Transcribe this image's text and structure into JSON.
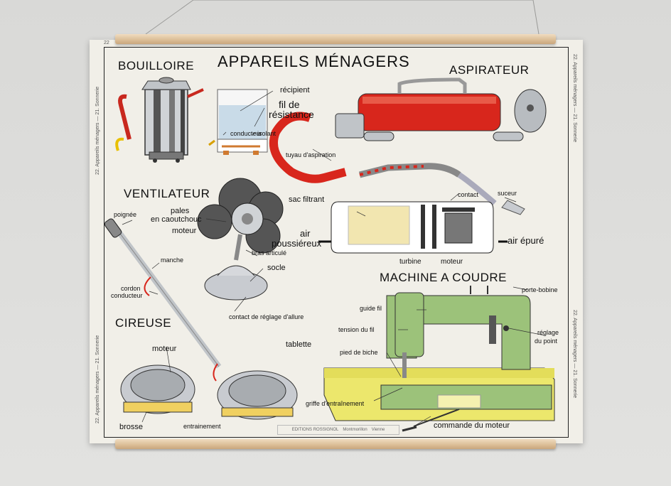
{
  "titles": {
    "main": "APPAREILS MÉNAGERS",
    "bouilloire": "BOUILLOIRE",
    "aspirateur": "ASPIRATEUR",
    "ventilateur": "VENTILATEUR",
    "cireuse": "CIREUSE",
    "machine": "MACHINE A COUDRE"
  },
  "labels": {
    "recipient": "récipient",
    "fil": "fil de",
    "resistance": "résistance",
    "conducteur": "conducteur",
    "isolant": "isolant",
    "tuyau": "tuyau d'aspiration",
    "contact": "contact",
    "suceur": "suceur",
    "sac": "sac filtrant",
    "air1": "air",
    "poussiereux": "poussiéreux",
    "air_epure": "air épuré",
    "turbine": "turbine",
    "moteur_asp": "moteur",
    "pales1": "pales",
    "pales2": "en caoutchouc",
    "moteur_vent": "moteur",
    "bras": "bras articulé",
    "socle": "socle",
    "contact_allure": "contact de réglage d'allure",
    "poignee": "poignée",
    "manche": "manche",
    "cordon1": "cordon",
    "cordon2": "conducteur",
    "moteur_cir": "moteur",
    "brosse": "brosse",
    "entrainement": "entrainement",
    "porte_bobine": "porte-bobine",
    "guide_fil": "guide fil",
    "tension": "tension du fil",
    "reglage1": "réglage",
    "reglage2": "du point",
    "tablette": "tablette",
    "pied": "pied de biche",
    "griffe": "griffe d'entraînement",
    "commande": "commande du moteur"
  },
  "footer": {
    "editions": "EDITIONS ROSSIGNOL",
    "ville": "Montmorillon",
    "vienne": "Vienne"
  },
  "margin": {
    "left_top": "22. Appareils ménagers — 21. Sonnerie",
    "left_bottom": "22. Appareils ménagers — 21. Sonnerie",
    "right_top": "22. Appareils ménagers — 21. Sonnerie",
    "right_bottom": "22. Appareils ménagers — 21. Sonnerie",
    "page_num": "22"
  },
  "colors": {
    "red": "#d8261c",
    "green": "#9cc27a",
    "yellow": "#ece76c",
    "chrome": "#b8bcc0"
  }
}
